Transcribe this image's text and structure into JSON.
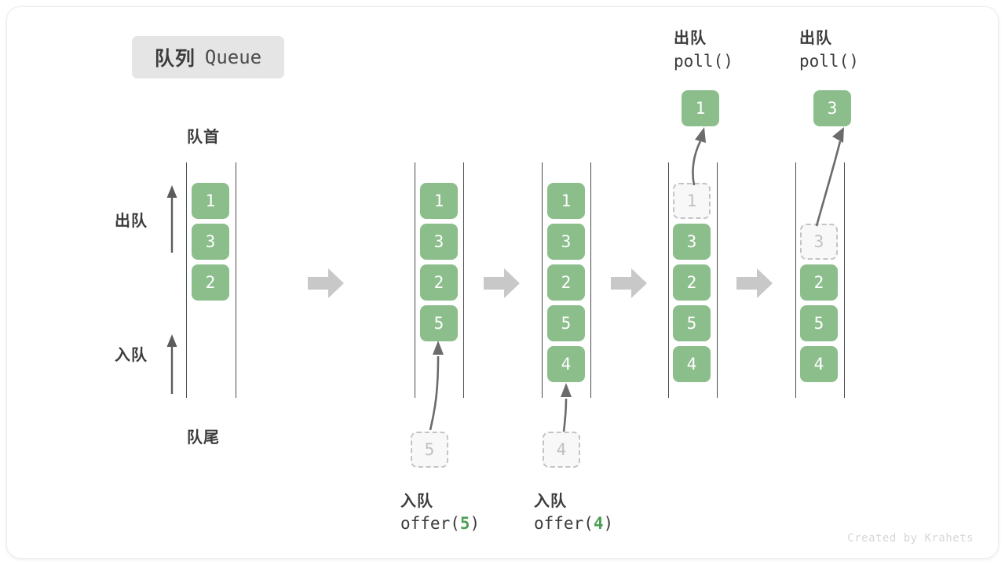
{
  "title": {
    "cn": "队列",
    "en": "Queue"
  },
  "labels": {
    "head": "队首",
    "tail": "队尾",
    "dequeue": "出队",
    "enqueue": "入队"
  },
  "colors": {
    "item_green": "#8cbe8c",
    "accent_green": "#4c9e55",
    "rail_gray": "#4c4c4c",
    "ghost_border": "#c4c4c4",
    "ghost_text": "#c0c0c0",
    "arrow_gray": "#6b6b6b",
    "step_arrow": "#c8c8c8",
    "badge_bg": "#e5e5e5",
    "text_dark": "#3c3c3c"
  },
  "side_arrows": [
    {
      "name": "dequeue",
      "label": "出队",
      "direction": "up"
    },
    {
      "name": "enqueue",
      "label": "入队",
      "direction": "up"
    }
  ],
  "columns": [
    {
      "id": "col-1",
      "items": [
        {
          "value": "1",
          "state": "filled"
        },
        {
          "value": "3",
          "state": "filled"
        },
        {
          "value": "2",
          "state": "filled"
        }
      ],
      "operation": null,
      "operation_cn": null,
      "operation_code": null,
      "operation_value": null,
      "floating_box": null
    },
    {
      "id": "col-2",
      "items": [
        {
          "value": "1",
          "state": "filled"
        },
        {
          "value": "3",
          "state": "filled"
        },
        {
          "value": "2",
          "state": "filled"
        },
        {
          "value": "5",
          "state": "filled"
        }
      ],
      "operation": "offer",
      "operation_cn": "入队",
      "operation_code_prefix": "offer(",
      "operation_value": "5",
      "operation_code_suffix": ")",
      "floating_box": {
        "value": "5",
        "state": "ghost",
        "position": "below"
      }
    },
    {
      "id": "col-3",
      "items": [
        {
          "value": "1",
          "state": "filled"
        },
        {
          "value": "3",
          "state": "filled"
        },
        {
          "value": "2",
          "state": "filled"
        },
        {
          "value": "5",
          "state": "filled"
        },
        {
          "value": "4",
          "state": "filled"
        }
      ],
      "operation": "offer",
      "operation_cn": "入队",
      "operation_code_prefix": "offer(",
      "operation_value": "4",
      "operation_code_suffix": ")",
      "floating_box": {
        "value": "4",
        "state": "ghost",
        "position": "below"
      }
    },
    {
      "id": "col-4",
      "items": [
        {
          "value": "1",
          "state": "ghost"
        },
        {
          "value": "3",
          "state": "filled"
        },
        {
          "value": "2",
          "state": "filled"
        },
        {
          "value": "5",
          "state": "filled"
        },
        {
          "value": "4",
          "state": "filled"
        }
      ],
      "operation": "poll",
      "operation_cn": "出队",
      "operation_code_prefix": "poll(",
      "operation_value": "",
      "operation_code_suffix": ")",
      "floating_box": {
        "value": "1",
        "state": "filled",
        "position": "above"
      }
    },
    {
      "id": "col-5",
      "items": [
        {
          "value": "",
          "state": "empty"
        },
        {
          "value": "3",
          "state": "ghost"
        },
        {
          "value": "2",
          "state": "filled"
        },
        {
          "value": "5",
          "state": "filled"
        },
        {
          "value": "4",
          "state": "filled"
        }
      ],
      "operation": "poll",
      "operation_cn": "出队",
      "operation_code_prefix": "poll(",
      "operation_value": "",
      "operation_code_suffix": ")",
      "floating_box": {
        "value": "3",
        "state": "filled",
        "position": "above"
      }
    }
  ],
  "step_arrows": [
    {
      "name": "step-arrow-1"
    },
    {
      "name": "step-arrow-2"
    },
    {
      "name": "step-arrow-3"
    },
    {
      "name": "step-arrow-4"
    }
  ],
  "credit": "Created by Krahets"
}
